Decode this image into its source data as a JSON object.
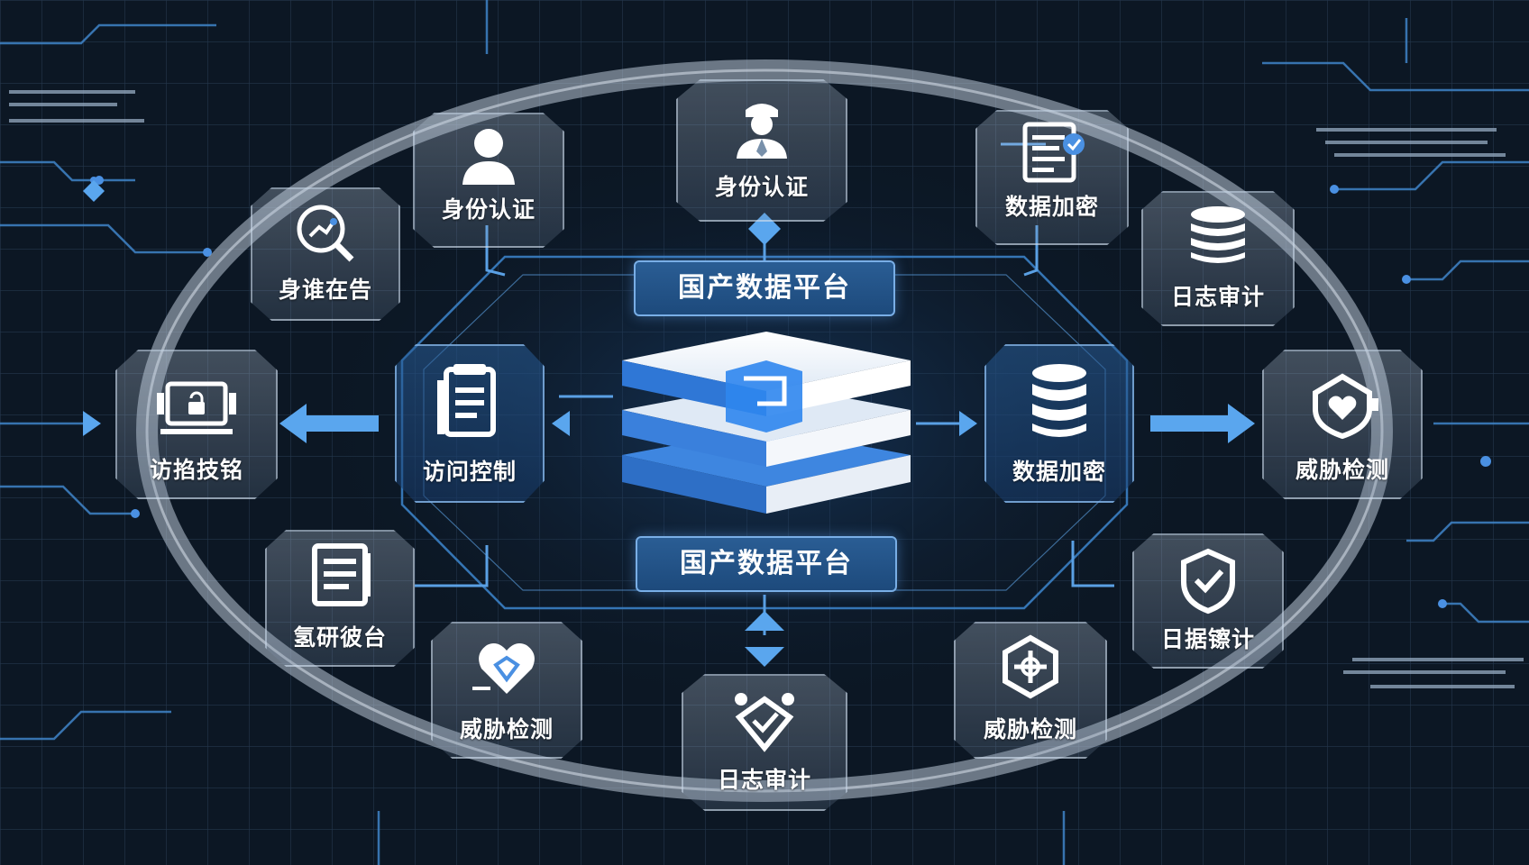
{
  "platform": {
    "top_label": "国产数据平台",
    "bottom_label": "国产数据平台"
  },
  "nodes": {
    "top_center": {
      "label": "身份认证",
      "icon": "guard-user-icon"
    },
    "top_left": {
      "label": "身份认证",
      "icon": "user-icon"
    },
    "top_right": {
      "label": "数据加密",
      "icon": "document-check-icon"
    },
    "upper_left": {
      "label": "身谁在告",
      "icon": "chart-magnify-icon"
    },
    "upper_right": {
      "label": "日志审计",
      "icon": "database-stack-icon"
    },
    "mid_left_outer": {
      "label": "访掐技铭",
      "icon": "monitor-lock-icon"
    },
    "mid_left_inner": {
      "label": "访问控制",
      "icon": "clipboard-icon"
    },
    "mid_right_inner": {
      "label": "数据加密",
      "icon": "database-icon"
    },
    "mid_right_outer": {
      "label": "威胁检测",
      "icon": "shield-heart-icon"
    },
    "lower_left": {
      "label": "氢研彼台",
      "icon": "file-list-icon"
    },
    "lower_right": {
      "label": "日据镲计",
      "icon": "shield-check-icon"
    },
    "bottom_left": {
      "label": "威胁检测",
      "icon": "heart-shield-icon"
    },
    "bottom_right": {
      "label": "威胁检测",
      "icon": "hexagon-target-icon"
    },
    "bottom_center": {
      "label": "日志审计",
      "icon": "network-badge-icon"
    }
  },
  "colors": {
    "background": "#0c1724",
    "accent": "#4a90e2",
    "ring": "#b9c6d6"
  }
}
